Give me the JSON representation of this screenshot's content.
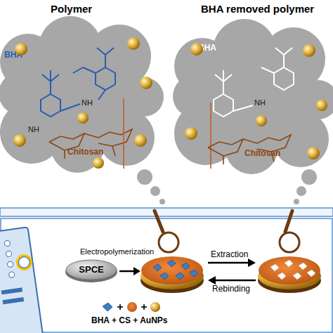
{
  "diagram": {
    "nodes": [
      {
        "text": [
          "Polymer",
          "BHA",
          "NH",
          "NH",
          "Chitosan"
        ]
      },
      {
        "text": [
          "BHA removed polymer",
          "BHA",
          "NH",
          "Chitosan"
        ]
      },
      {
        "text": [
          "SPCE"
        ]
      }
    ],
    "labels": [
      "Electropolymerization",
      "Extraction",
      "Rebinding",
      "BHA + CS + AuNPs"
    ]
  }
}
